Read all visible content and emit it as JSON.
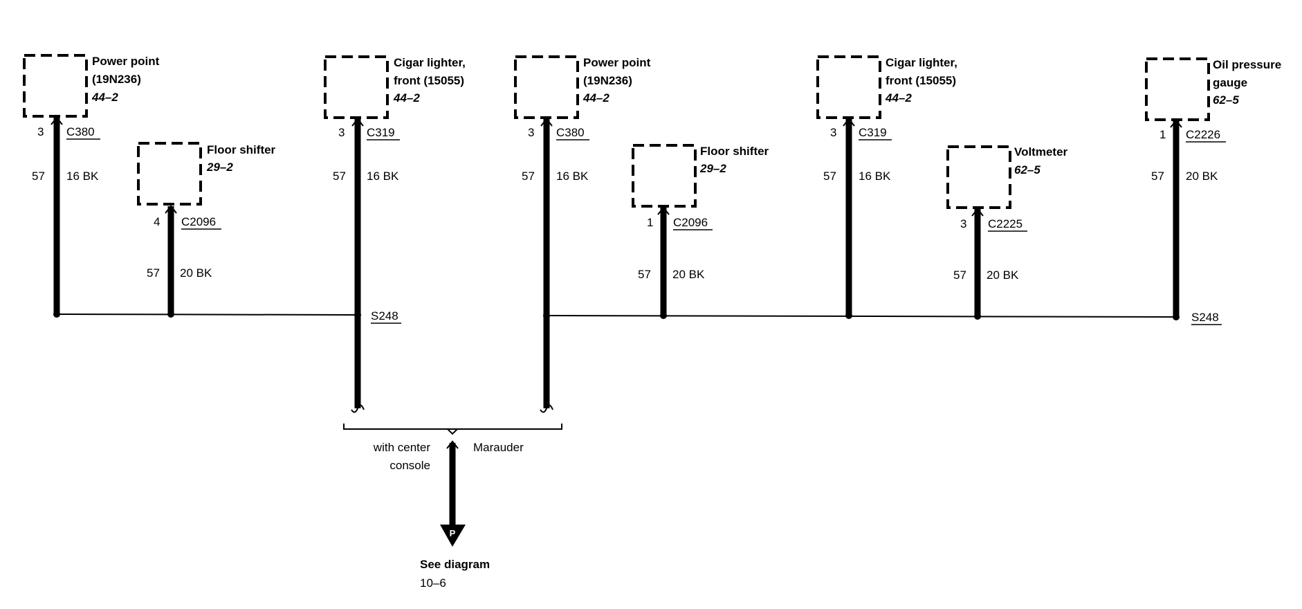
{
  "components": {
    "power_point_1": {
      "name_line1": "Power point",
      "name_line2": "(19N236)",
      "ref": "44–2"
    },
    "floor_shifter_1": {
      "name": "Floor shifter",
      "ref": "29–2"
    },
    "cigar_lighter_1": {
      "name_line1": "Cigar lighter,",
      "name_line2": "front (15055)",
      "ref": "44–2"
    },
    "power_point_2": {
      "name_line1": "Power point",
      "name_line2": "(19N236)",
      "ref": "44–2"
    },
    "floor_shifter_2": {
      "name": "Floor shifter",
      "ref": "29–2"
    },
    "cigar_lighter_2": {
      "name_line1": "Cigar lighter,",
      "name_line2": "front (15055)",
      "ref": "44–2"
    },
    "voltmeter": {
      "name": "Voltmeter",
      "ref": "62–5"
    },
    "oil_pressure_gauge": {
      "name_line1": "Oil pressure",
      "name_line2": "gauge",
      "ref": "62–5"
    }
  },
  "connectors": {
    "pp1": {
      "pin": "3",
      "id": "C380"
    },
    "fs1": {
      "pin": "4",
      "id": "C2096"
    },
    "cl1": {
      "pin": "3",
      "id": "C319"
    },
    "pp2": {
      "pin": "3",
      "id": "C380"
    },
    "fs2": {
      "pin": "1",
      "id": "C2096"
    },
    "cl2": {
      "pin": "3",
      "id": "C319"
    },
    "vm": {
      "pin": "3",
      "id": "C2225"
    },
    "opg": {
      "pin": "1",
      "id": "C2226"
    }
  },
  "wires": {
    "pp1": {
      "circuit": "57",
      "spec": "16 BK"
    },
    "fs1": {
      "circuit": "57",
      "spec": "20 BK"
    },
    "cl1": {
      "circuit": "57",
      "spec": "16 BK"
    },
    "pp2": {
      "circuit": "57",
      "spec": "16 BK"
    },
    "fs2": {
      "circuit": "57",
      "spec": "20 BK"
    },
    "cl2": {
      "circuit": "57",
      "spec": "16 BK"
    },
    "vm": {
      "circuit": "57",
      "spec": "20 BK"
    },
    "opg": {
      "circuit": "57",
      "spec": "20 BK"
    }
  },
  "splices": {
    "left": "S248",
    "right": "S248"
  },
  "options": {
    "left_line1": "with center",
    "left_line2": "console",
    "right": "Marauder"
  },
  "ground": {
    "symbol": "P",
    "label": "See diagram",
    "ref": "10–6"
  }
}
